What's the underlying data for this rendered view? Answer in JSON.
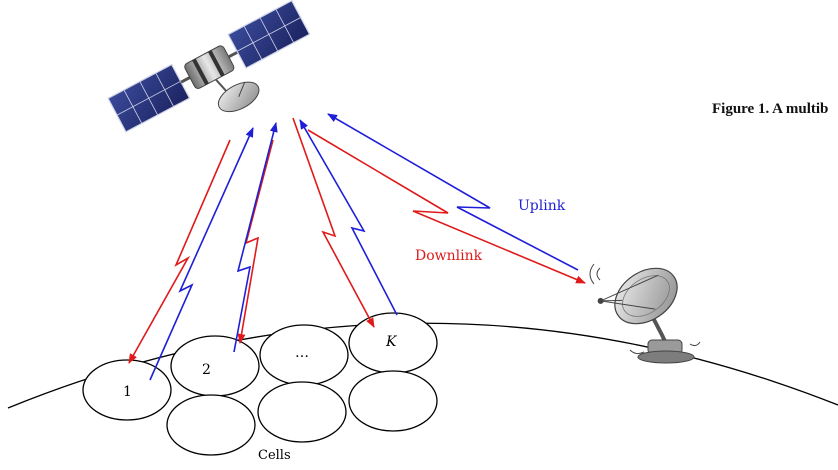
{
  "caption": "Figure 1. A multib",
  "labels": {
    "uplink": "Uplink",
    "downlink": "Downlink",
    "cells": "Cells",
    "cell_1": "1",
    "cell_2": "2",
    "cell_dots": "…",
    "cell_k": "K"
  },
  "colors": {
    "uplink": "#1f1fd8",
    "downlink": "#e01a1a",
    "outline": "#000000"
  },
  "icons": {
    "satellite": "satellite-icon",
    "ground_station": "satellite-dish-icon"
  }
}
